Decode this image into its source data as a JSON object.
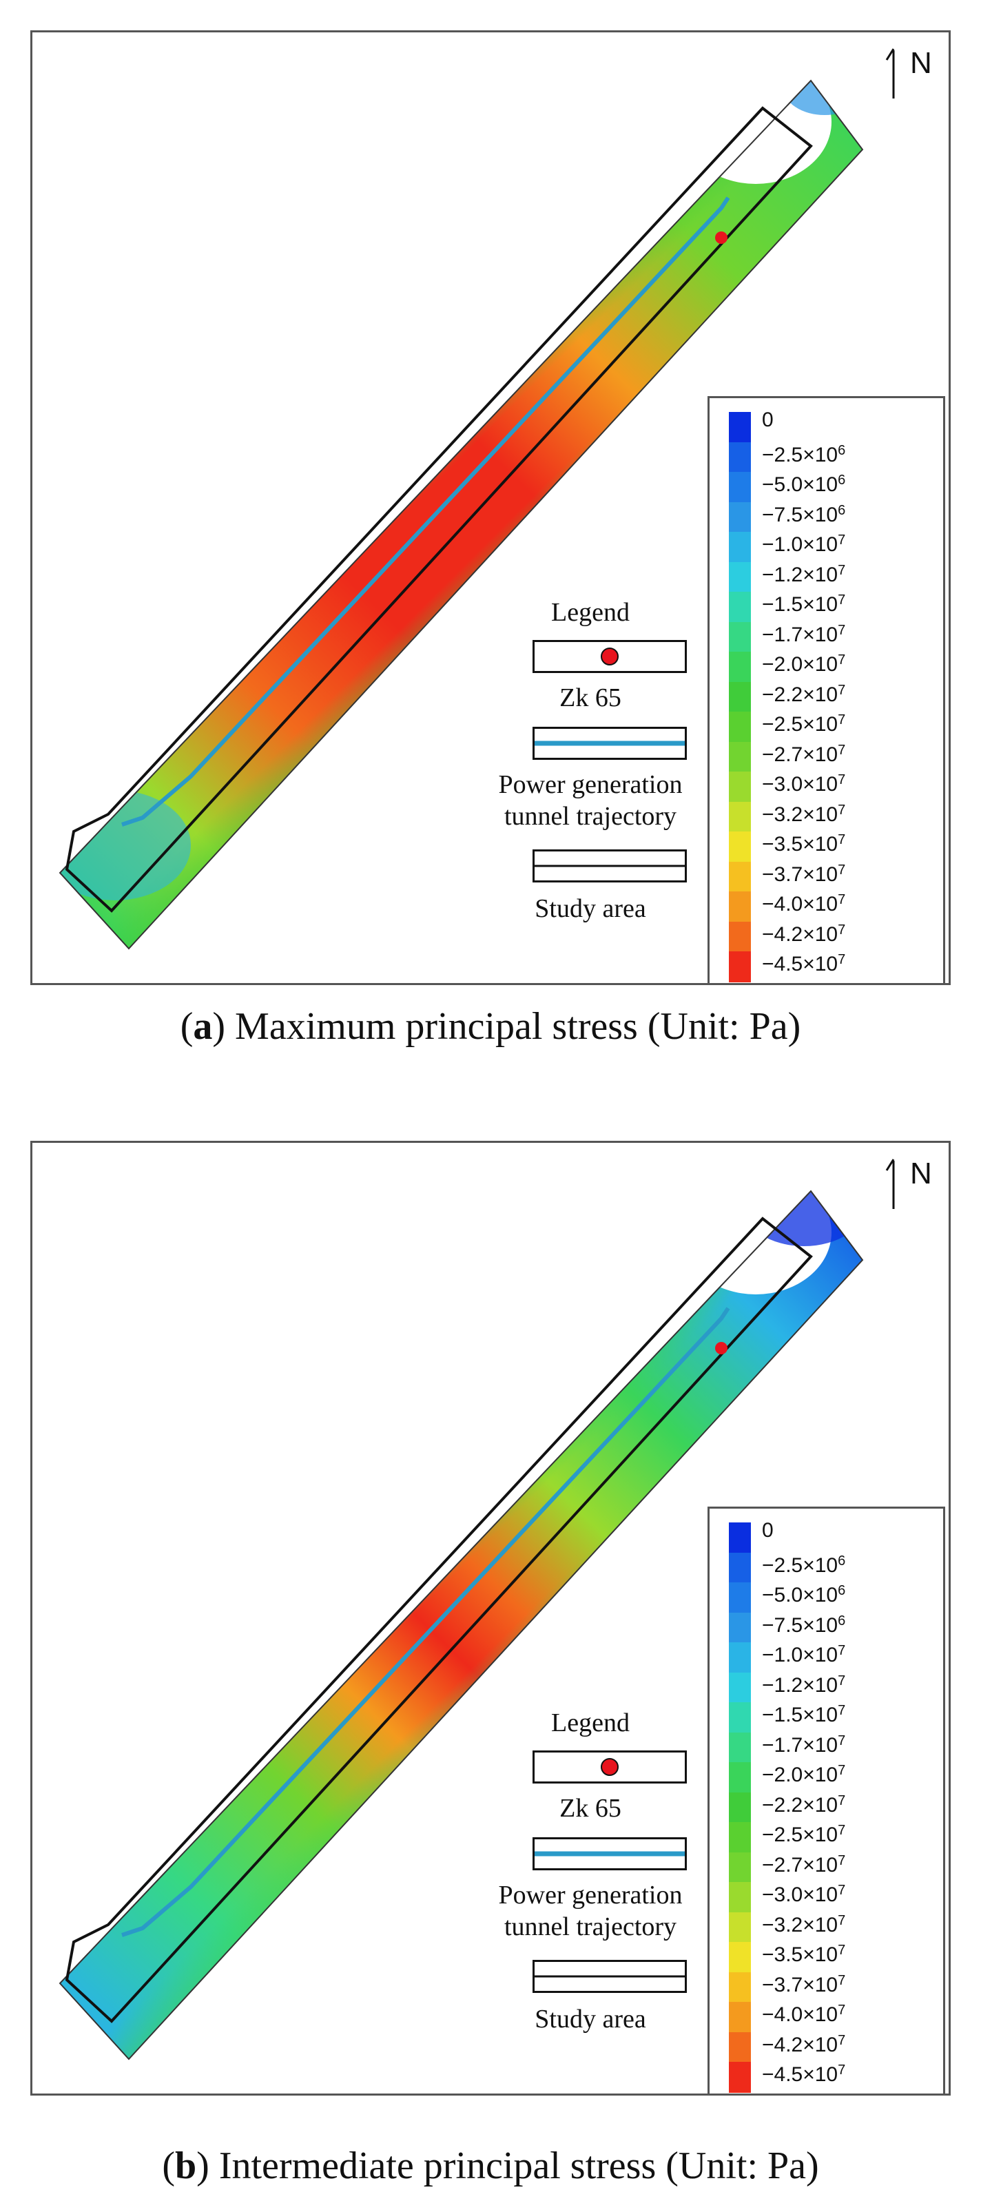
{
  "north_label": "N",
  "colorbar": {
    "labels": [
      {
        "base": "0",
        "exp": ""
      },
      {
        "base": "−2.5×10",
        "exp": "6"
      },
      {
        "base": "−5.0×10",
        "exp": "6"
      },
      {
        "base": "−7.5×10",
        "exp": "6"
      },
      {
        "base": "−1.0×10",
        "exp": "7"
      },
      {
        "base": "−1.2×10",
        "exp": "7"
      },
      {
        "base": "−1.5×10",
        "exp": "7"
      },
      {
        "base": "−1.7×10",
        "exp": "7"
      },
      {
        "base": "−2.0×10",
        "exp": "7"
      },
      {
        "base": "−2.2×10",
        "exp": "7"
      },
      {
        "base": "−2.5×10",
        "exp": "7"
      },
      {
        "base": "−2.7×10",
        "exp": "7"
      },
      {
        "base": "−3.0×10",
        "exp": "7"
      },
      {
        "base": "−3.2×10",
        "exp": "7"
      },
      {
        "base": "−3.5×10",
        "exp": "7"
      },
      {
        "base": "−3.7×10",
        "exp": "7"
      },
      {
        "base": "−4.0×10",
        "exp": "7"
      },
      {
        "base": "−4.2×10",
        "exp": "7"
      },
      {
        "base": "−4.5×10",
        "exp": "7"
      }
    ],
    "colors": [
      "#0a2ee0",
      "#1660e6",
      "#1e7ce8",
      "#2a96e6",
      "#2ab4e6",
      "#2ccde0",
      "#30d8b0",
      "#36d884",
      "#3ad45a",
      "#40cc3a",
      "#5ad030",
      "#72d430",
      "#9ada2e",
      "#c8e02c",
      "#f0e228",
      "#f6c020",
      "#f49a1e",
      "#f26a1c",
      "#ee2a1a"
    ]
  },
  "legend": {
    "title": "Legend",
    "zk_label": "Zk 65",
    "tunnel_label_line1": "Power generation",
    "tunnel_label_line2": "tunnel trajectory",
    "study_label": "Study area",
    "tunnel_color": "#2a9ac8",
    "zk_color": "#e8141e"
  },
  "panels": [
    {
      "letter": "a",
      "caption": " Maximum principal stress (Unit: Pa)"
    },
    {
      "letter": "b",
      "caption": " Intermediate principal stress (Unit: Pa)"
    }
  ]
}
